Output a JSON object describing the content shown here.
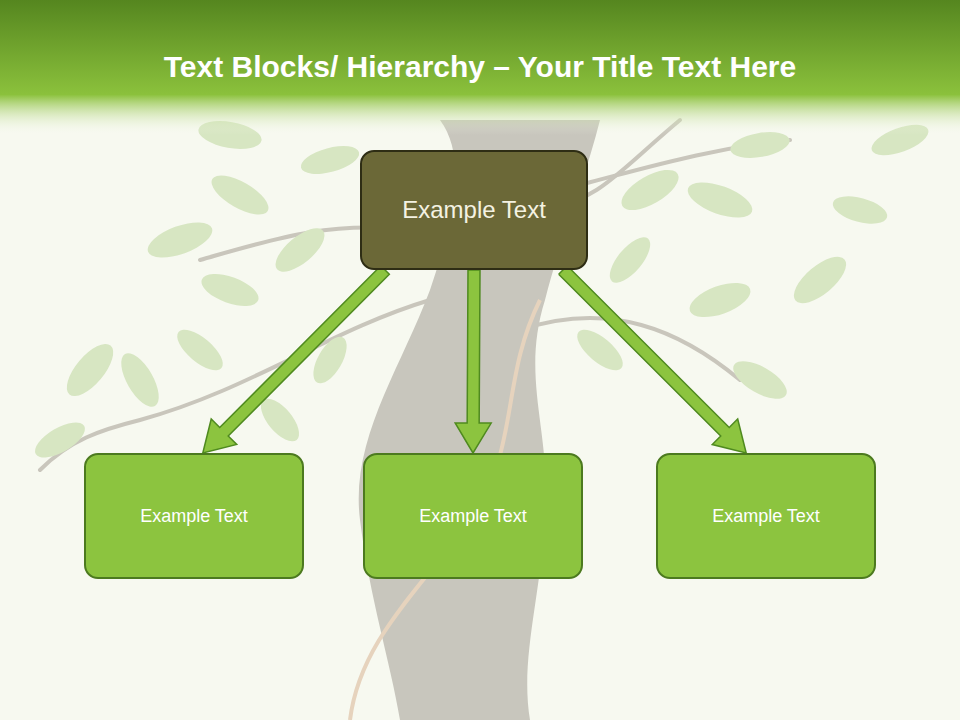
{
  "diagram": {
    "title": "Text Blocks/ Hierarchy – Your Title Text Here",
    "nodes": [
      {
        "text": [
          "Example Text"
        ]
      },
      {
        "text": [
          "Example Text"
        ]
      },
      {
        "text": [
          "Example Text"
        ]
      },
      {
        "text": [
          "Example Text"
        ]
      }
    ],
    "edges": [
      {
        "from": 0,
        "to": 1,
        "arrow": "to"
      },
      {
        "from": 0,
        "to": 2,
        "arrow": "to"
      },
      {
        "from": 0,
        "to": 3,
        "arrow": "to"
      }
    ]
  }
}
